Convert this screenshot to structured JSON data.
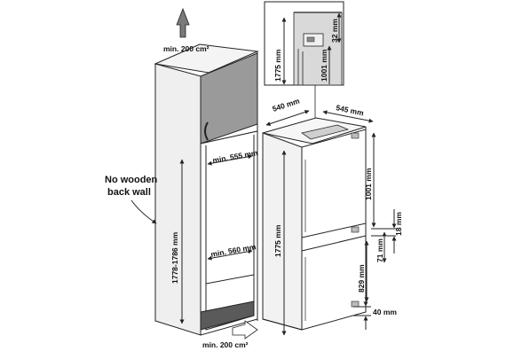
{
  "notes": {
    "no_wooden_line1": "No wooden",
    "no_wooden_line2": "back wall"
  },
  "vent": {
    "top": "min. 200 cm²",
    "bottom": "min. 200 cm²"
  },
  "cabinet_dims": {
    "height_range": "1778-1786 mm",
    "min_width_top": "min. 555 mm",
    "min_width_mid": "min. 560 mm"
  },
  "inset_dims": {
    "total": "1775 mm",
    "upper": "1001 mm",
    "gap": "32 mm"
  },
  "appliance_dims": {
    "width": "540 mm",
    "depth": "545 mm",
    "height": "1775 mm",
    "upper": "1001 mm",
    "lower": "829 mm",
    "hinge": "71 mm",
    "hinge_gap": "18 mm",
    "bottom_gap": "40 mm"
  },
  "colors": {
    "line": "#222222",
    "upper_cabinet_door": "#9a9a9a",
    "cabinet_side": "#efefef",
    "plinth_vent": "#5a5a5a",
    "inset_fill": "#d9d9d9"
  }
}
